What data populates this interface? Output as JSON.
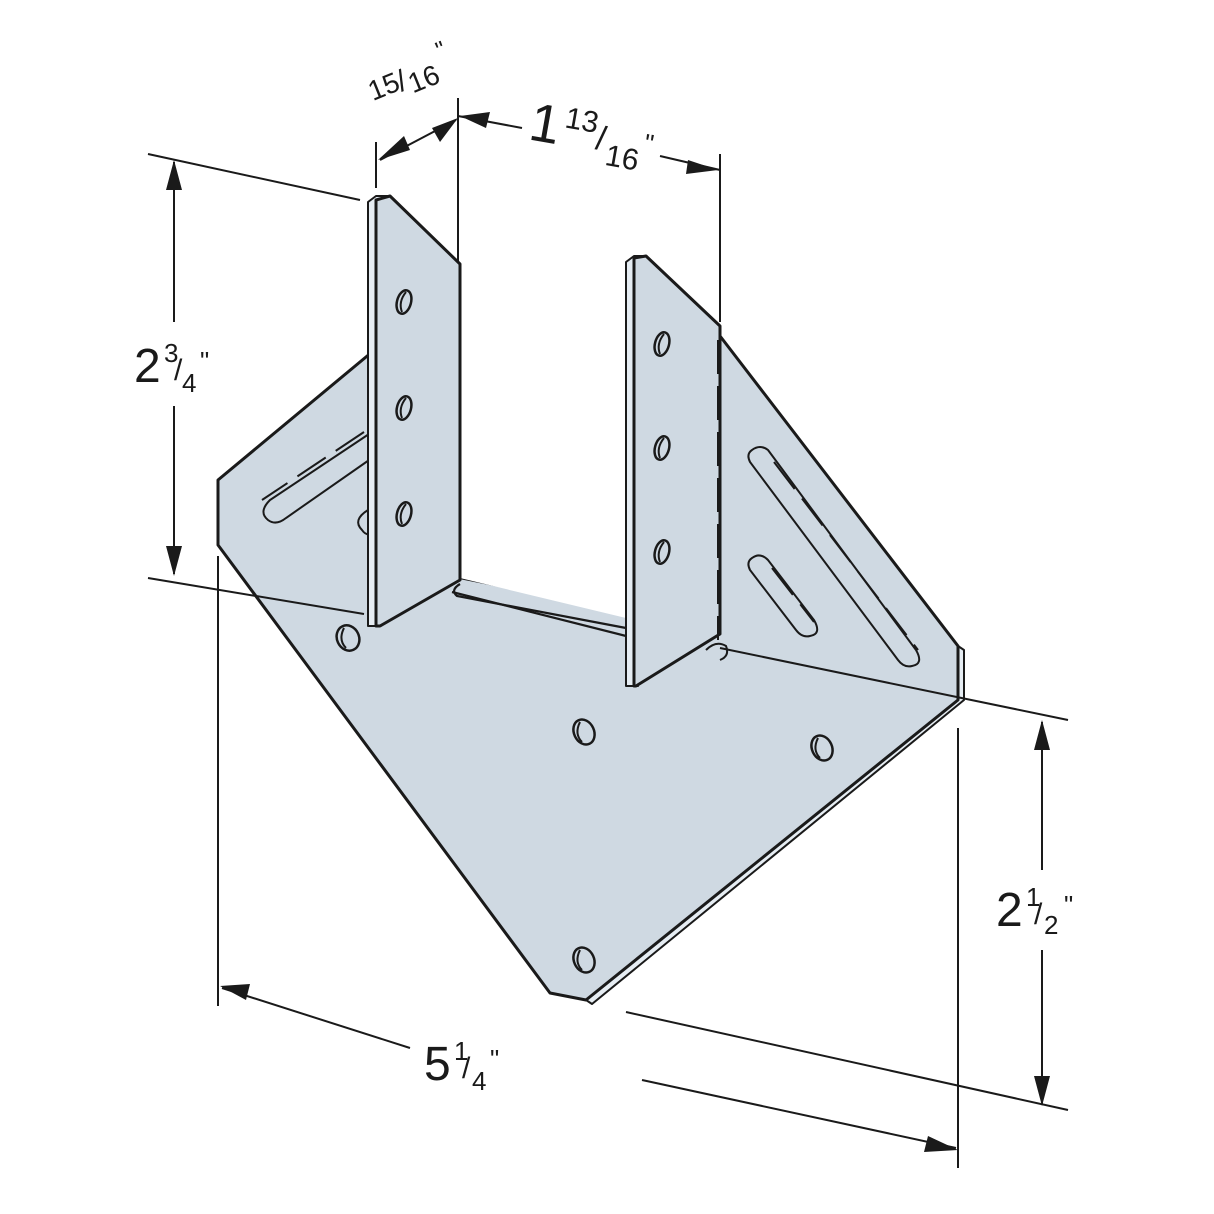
{
  "figure": {
    "subject": "Sheet-steel hanger / angle bracket with two vertical flanges and a diamond-shaped base plate",
    "fill_color": "#cfd9e2",
    "line_color": "#1a1a1a",
    "background": "#ffffff"
  },
  "dimensions": {
    "flange_thickness": {
      "whole": "",
      "num": "15",
      "den": "16",
      "unit": "\"",
      "full": "15/16\""
    },
    "flange_gap": {
      "whole": "1",
      "num": "13",
      "den": "16",
      "unit": "\"",
      "full": "1 13/16\""
    },
    "flange_height": {
      "whole": "2",
      "num": "3",
      "den": "4",
      "unit": "\"",
      "full": "2 3/4\""
    },
    "plate_height": {
      "whole": "2",
      "num": "1",
      "den": "2",
      "unit": "\"",
      "full": "2 1/2\""
    },
    "plate_width": {
      "whole": "5",
      "num": "1",
      "den": "4",
      "unit": "\"",
      "full": "5 1/4\""
    }
  }
}
